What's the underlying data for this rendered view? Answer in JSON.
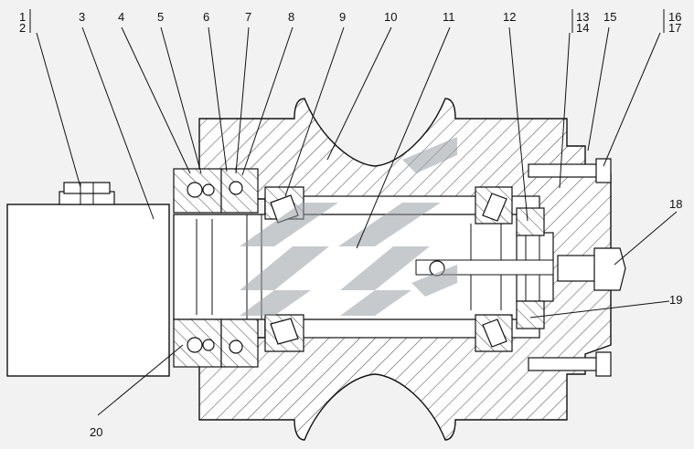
{
  "callouts": [
    {
      "id": "c1",
      "text": "1"
    },
    {
      "id": "c2",
      "text": "2"
    },
    {
      "id": "c3",
      "text": "3"
    },
    {
      "id": "c4",
      "text": "4"
    },
    {
      "id": "c5",
      "text": "5"
    },
    {
      "id": "c6",
      "text": "6"
    },
    {
      "id": "c7",
      "text": "7"
    },
    {
      "id": "c8",
      "text": "8"
    },
    {
      "id": "c9",
      "text": "9"
    },
    {
      "id": "c10",
      "text": "10"
    },
    {
      "id": "c11",
      "text": "11"
    },
    {
      "id": "c12",
      "text": "12"
    },
    {
      "id": "c13",
      "text": "13"
    },
    {
      "id": "c14",
      "text": "14"
    },
    {
      "id": "c15",
      "text": "15"
    },
    {
      "id": "c16",
      "text": "16"
    },
    {
      "id": "c17",
      "text": "17"
    },
    {
      "id": "c18",
      "text": "18"
    },
    {
      "id": "c19",
      "text": "19"
    },
    {
      "id": "c20",
      "text": "20"
    }
  ],
  "colors": {
    "background": "#f2f2f2",
    "line": "#111111",
    "hatch": "#444444",
    "watermark": "#9aa0a6"
  },
  "watermark": {
    "icon": "stylized-logo-watermark"
  }
}
